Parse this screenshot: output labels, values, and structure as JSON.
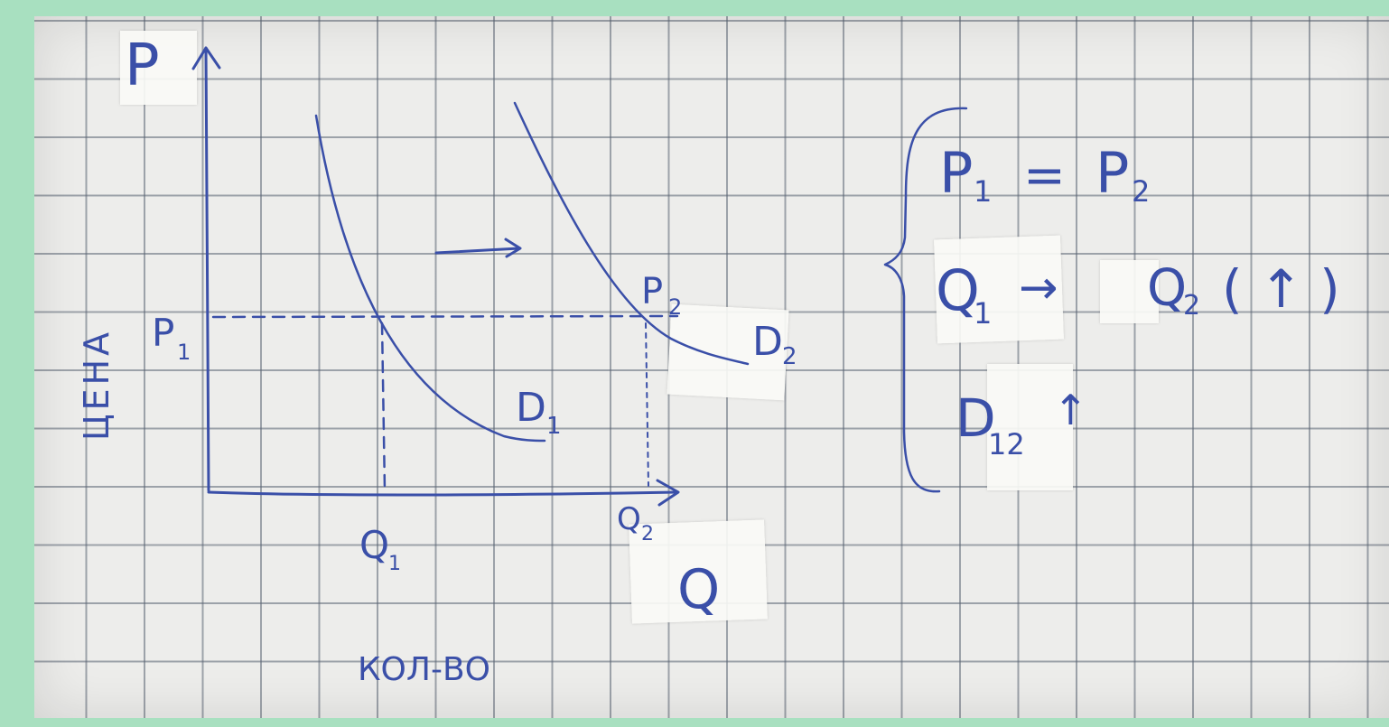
{
  "diagram": {
    "y_axis_symbol": "P",
    "y_axis_word": "ЦЕНА",
    "x_axis_symbol": "Q",
    "x_axis_word": "КОЛ-ВО",
    "price_label": "P",
    "price_label_sub": "1",
    "price2_label": "P",
    "price2_label_sub": "2",
    "quantity1_label": "Q",
    "quantity1_label_sub": "1",
    "quantity2_label": "Q",
    "quantity2_label_sub": "2",
    "curve1_label": "D",
    "curve1_label_sub": "1",
    "curve2_label": "D",
    "curve2_label_sub": "2",
    "shift_arrow": "→"
  },
  "system": {
    "line1_p1": "P",
    "line1_p1_sub": "1",
    "line1_eq": "=",
    "line1_p2": "P",
    "line1_p2_sub": "2",
    "line2_q1": "Q",
    "line2_q1_sub": "1",
    "line2_arrow": "→",
    "line2_q2": "Q",
    "line2_q2_sub": "2",
    "line2_paren": "( ↑ )",
    "line3_d": "D",
    "line3_d_sub": "12",
    "line3_arrow": "↑"
  },
  "colors": {
    "ink": "#3a4fa8",
    "paper": "#ededeb",
    "grid": "#5a6473",
    "frame": "#a8e0c0"
  }
}
